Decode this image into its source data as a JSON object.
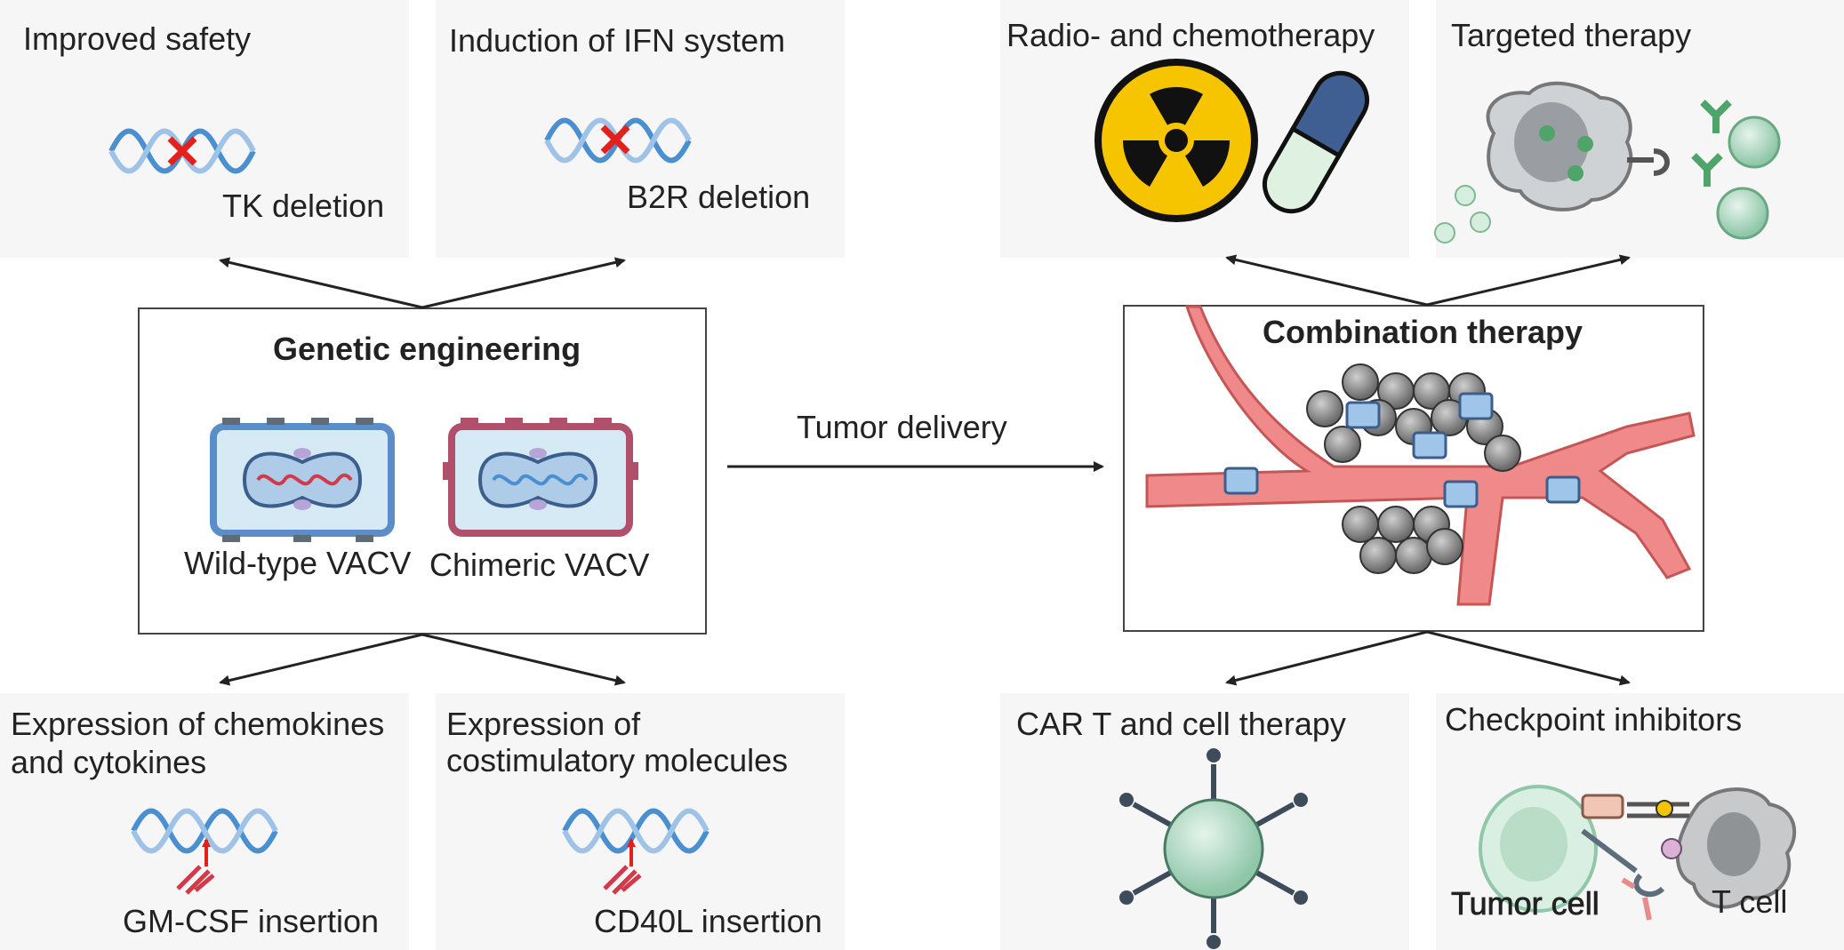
{
  "top_left": {
    "improved_safety": "Improved safety",
    "tk_deletion": "TK deletion",
    "induction_ifn": "Induction of IFN system",
    "b2r_deletion": "B2R deletion"
  },
  "genetic": {
    "title": "Genetic engineering",
    "wild_type": "Wild-type VACV",
    "chimeric": "Chimeric VACV"
  },
  "bottom_left": {
    "expr_chemokines_1": "Expression of chemokines",
    "expr_chemokines_2": "and cytokines",
    "gmcsf": "GM-CSF insertion",
    "expr_costim_1": "Expression of",
    "expr_costim_2": "costimulatory molecules",
    "cd40l": "CD40L insertion"
  },
  "center": {
    "tumor_delivery": "Tumor delivery"
  },
  "top_right": {
    "radio_chemo": "Radio- and chemotherapy",
    "targeted": "Targeted therapy"
  },
  "combination": {
    "title": "Combination therapy"
  },
  "bottom_right": {
    "car_t": "CAR T and cell therapy",
    "checkpoint": "Checkpoint inhibitors",
    "tumor_cell": "Tumor cell",
    "t_cell": "T cell"
  },
  "colors": {
    "panel_bg": "#f6f6f6",
    "dna_blue": "#4a8fd0",
    "dna_red": "#d23a4a",
    "deletion_x": "#e3201b",
    "radiation_yellow": "#f7c400",
    "capsule_blue": "#3f5f93",
    "vessel": "#f08a8a",
    "tumor_cell": "#5b5b5b",
    "virus_frame": "#5b8ec9",
    "chimeric_frame": "#b0506b"
  },
  "icons": [
    "dna-helix-icon",
    "deletion-x-icon",
    "insertion-arrow-icon",
    "radiation-icon",
    "pill-capsule-icon",
    "antibody-icon",
    "virus-icon",
    "blood-vessel-icon",
    "t-cell-icon"
  ]
}
